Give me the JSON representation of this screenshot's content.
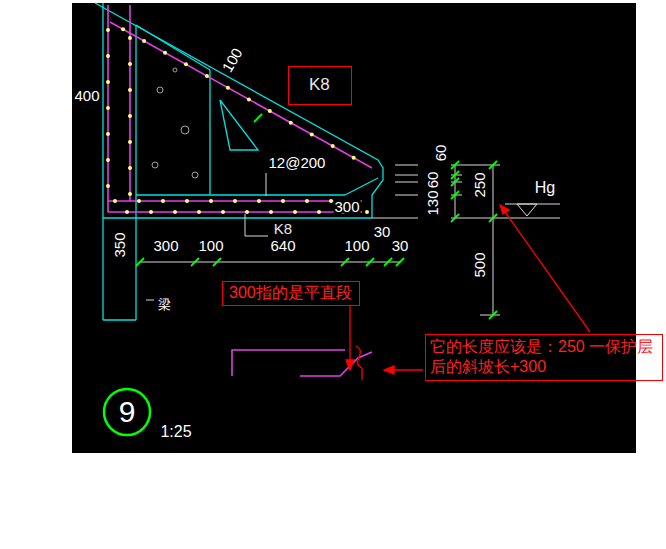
{
  "diagram": {
    "nodes": [
      {
        "text": [
          "K8"
        ]
      },
      {
        "text": [
          "300指的是平直段"
        ]
      },
      {
        "text": [
          "它的长度应该是：250 一保护层后的斜坡长+300"
        ]
      },
      {
        "text": [
          "9"
        ]
      }
    ],
    "labels": [
      "400",
      "100",
      "12@200",
      "300",
      "K8",
      "350",
      "300",
      "100",
      "640",
      "100",
      "30",
      "30",
      "60",
      "60",
      "130",
      "250",
      "Hg",
      "500",
      "梁",
      "1:25"
    ]
  }
}
